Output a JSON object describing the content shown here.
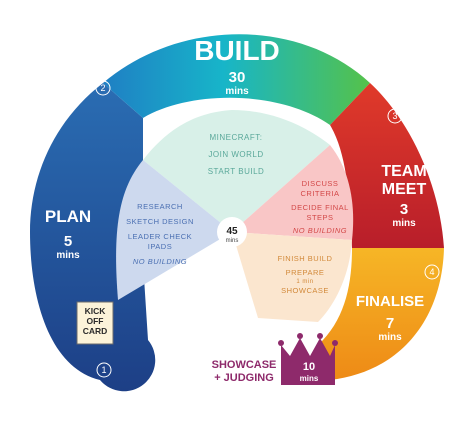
{
  "phases": {
    "plan": {
      "number": "1",
      "title": "PLAN",
      "duration": "5",
      "unit": "mins"
    },
    "build": {
      "number": "2",
      "title": "BUILD",
      "duration": "30",
      "unit": "mins"
    },
    "team_meet": {
      "number": "3",
      "title_line1": "TEAM",
      "title_line2": "MEET",
      "duration": "3",
      "unit": "mins"
    },
    "finalise": {
      "number": "4",
      "title": "FINALISE",
      "duration": "7",
      "unit": "mins"
    }
  },
  "kickoff_card": {
    "line1": "KICK",
    "line2": "OFF",
    "line3": "CARD"
  },
  "showcase": {
    "line1": "SHOWCASE",
    "line2": "+ JUDGING",
    "duration": "10",
    "unit": "mins"
  },
  "center": {
    "value": "45",
    "unit": "mins"
  },
  "inner_build": {
    "line1": "MINECRAFT:",
    "line2": "JOIN WORLD",
    "line3": "START BUILD"
  },
  "inner_plan": {
    "line1": "RESEARCH",
    "line2": "SKETCH DESIGN",
    "line3": "LEADER CHECK",
    "line4": "IPADS",
    "line5": "NO BUILDING"
  },
  "inner_meet": {
    "line1": "DISCUSS",
    "line2": "CRITERIA",
    "line3": "DECIDE FINAL",
    "line4": "STEPS",
    "line5": "NO BUILDING"
  },
  "inner_finalise": {
    "line1": "FINISH BUILD",
    "line2": "PREPARE",
    "line3": "1 min",
    "line4": "SHOWCASE"
  },
  "colors": {
    "plan": "#1f5aa6",
    "build": "#19b0c8",
    "team_meet": "#d42a2a",
    "finalise": "#f2a21a",
    "showcase": "#8e2a6b"
  }
}
